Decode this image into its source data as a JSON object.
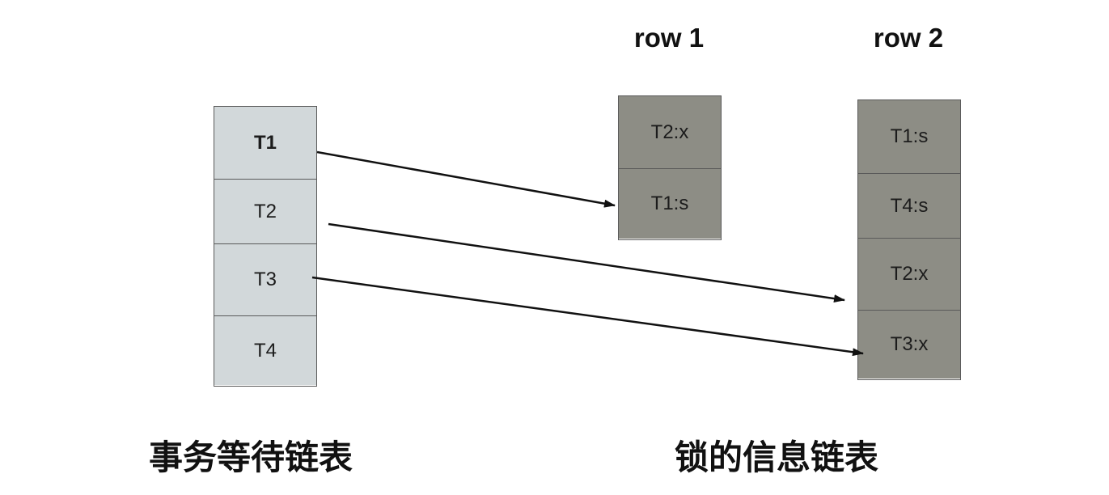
{
  "wait_list": {
    "items": [
      "T1",
      "T2",
      "T3",
      "T4"
    ],
    "caption": "事务等待链表"
  },
  "lock_lists": [
    {
      "header": "row 1",
      "items": [
        "T2:x",
        "T1:s"
      ]
    },
    {
      "header": "row 2",
      "items": [
        "T1:s",
        "T4:s",
        "T2:x",
        "T3:x"
      ]
    }
  ],
  "lock_caption": "锁的信息链表",
  "links": [
    {
      "from": "T1",
      "to_list": "row 1",
      "to_item": "T1:s"
    },
    {
      "from": "T2",
      "to_list": "row 2",
      "to_item": "T2:x"
    },
    {
      "from": "T3",
      "to_list": "row 2",
      "to_item": "T3:x"
    }
  ],
  "colors": {
    "wait_cell": "#d2d8da",
    "lock_cell": "#8d8d85",
    "border": "#5a5a5a",
    "arrow": "#111111"
  }
}
